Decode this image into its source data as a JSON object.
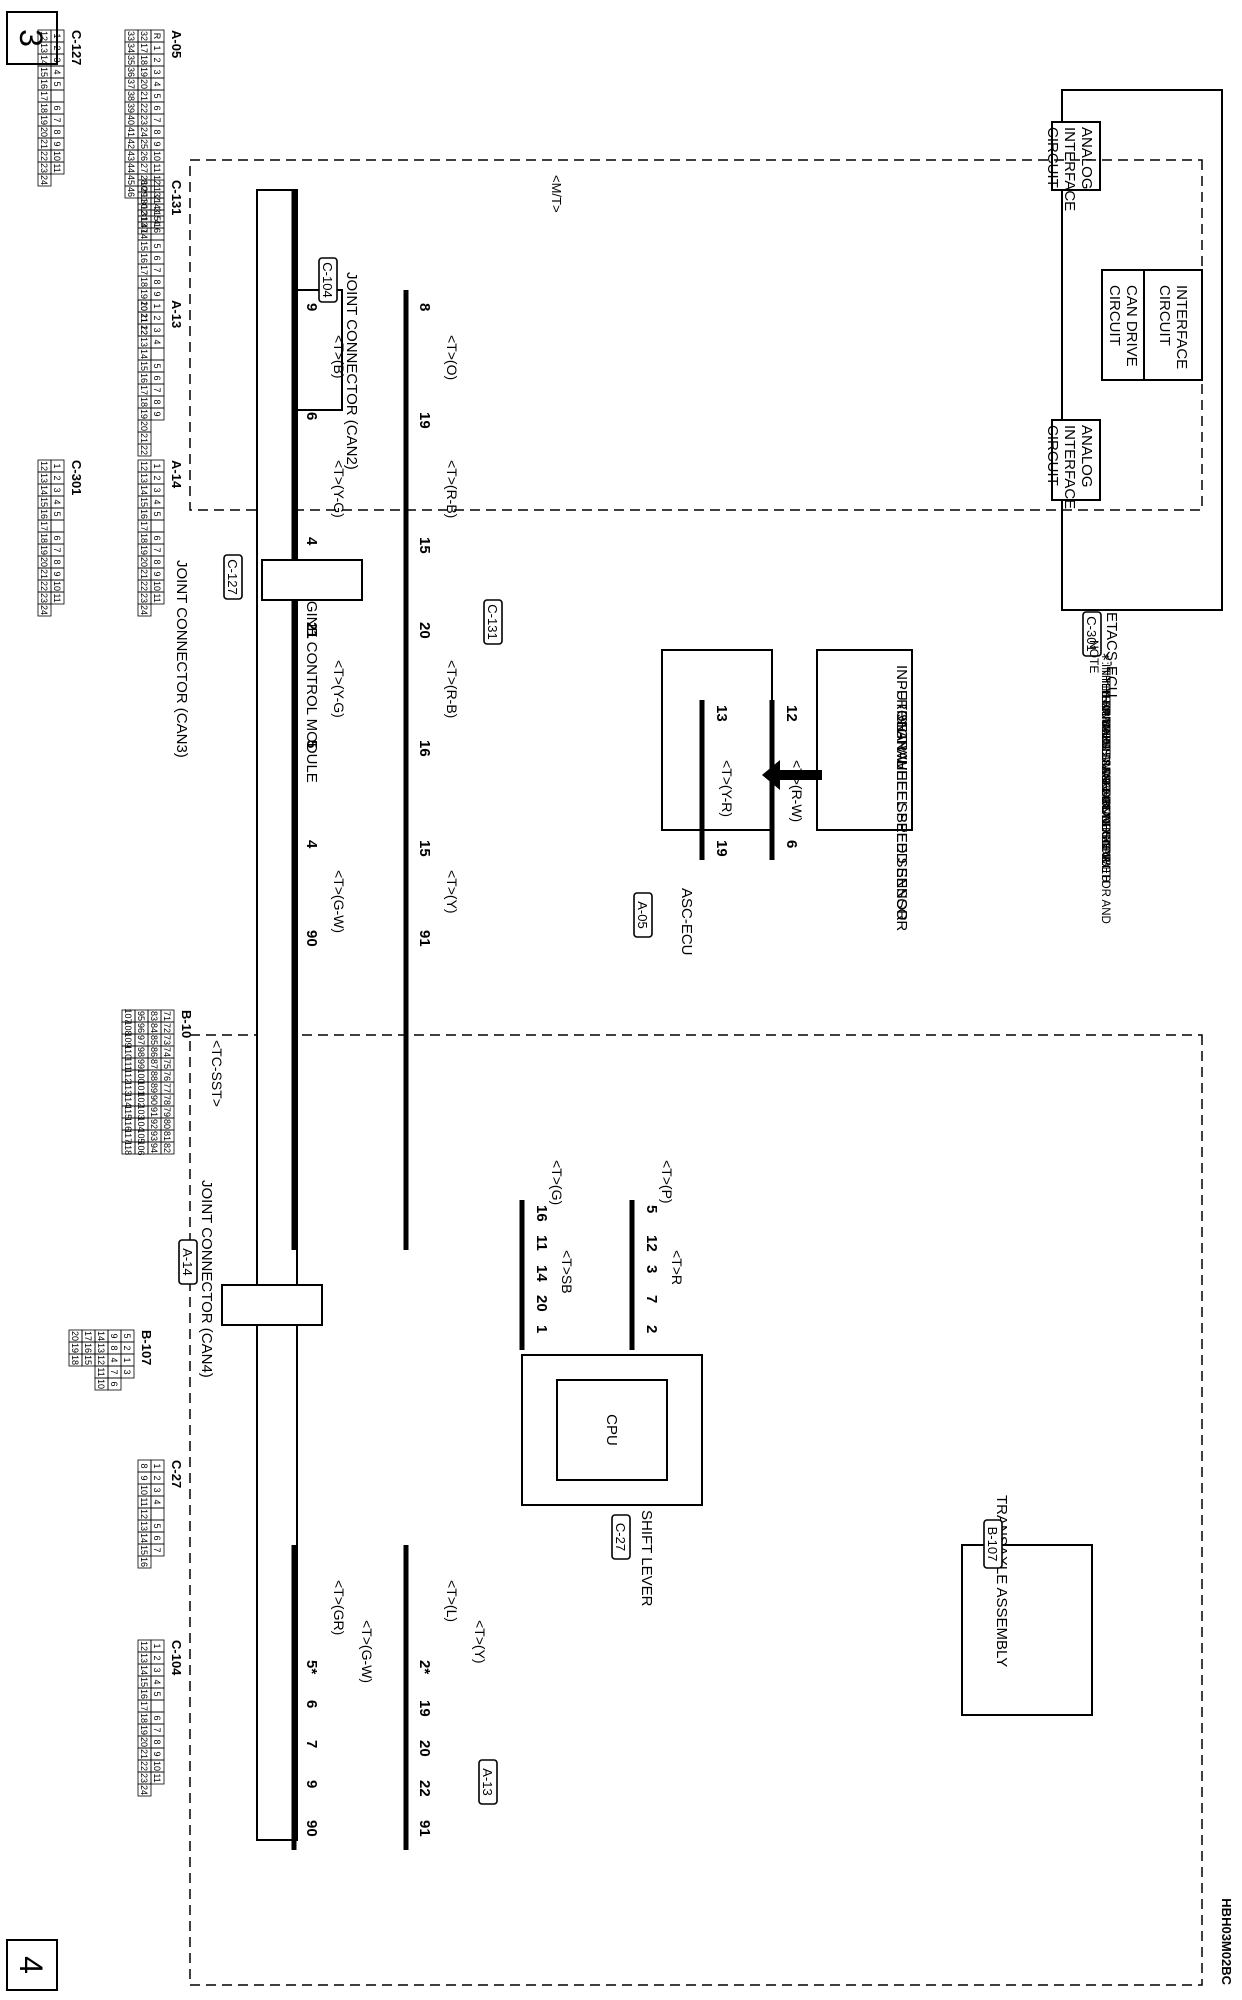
{
  "page_numbers": {
    "top": "3",
    "bottom": "4"
  },
  "figure_code": "HBH03M02BC",
  "components": {
    "etacs_ecu": {
      "name": "ETACS-ECU",
      "code": "C-301"
    },
    "can_drive": "CAN DRIVE CIRCUIT",
    "interface": "INTERFACE CIRCUIT",
    "analog": "ANALOG INTERFACE CIRCUIT",
    "input_signal": {
      "title": "INPUT SIGNAL",
      "items": [
        "·FRONT WHEEL SPEED SENSOR",
        "·REAR WHEEL SPEED SENSOR"
      ]
    },
    "asc_ecu": {
      "name": "ASC-ECU",
      "code": "A-05"
    },
    "engine_module": {
      "name": "ENGINE CONTROL MODULE",
      "code": "B-10"
    },
    "transaxle": {
      "name": "TRANSAXLE ASSEMBLY",
      "code": "B-107"
    },
    "shift_lever": {
      "name": "SHIFT LEVER",
      "code": "C-27",
      "cpu": "CPU"
    },
    "jc_can2": {
      "name": "JOINT CONNECTOR (CAN2)",
      "code": "C-104"
    },
    "jc_can3": {
      "name": "JOINT CONNECTOR (CAN3)",
      "code": "C-127"
    },
    "jc_can4": {
      "name": "JOINT CONNECTOR (CAN4)",
      "code": "A-14"
    },
    "mt": "<M/T>",
    "tc_sst": "<TC-SST>"
  },
  "note": {
    "title": "NOTE",
    "lines": [
      "∗: THE TERMINAL NUMBERS DESCRIBED",
      "IN THE CIRCUIT DIAGRAM AGREE WITH",
      "THE NUMBERS MAKED ON THE",
      "TRANSAXLE ASSEMBLY CONNECTOR AND",
      "HARNESS SIDE CONNECTOR."
    ]
  },
  "connector_codes": {
    "c131": "C-131",
    "a13": "A-13"
  },
  "pins": {
    "etacs_h": "9",
    "etacs_l": "8",
    "can2_top_h": "6",
    "can2_top_l": "19",
    "can2_bot_h": "4",
    "can2_bot_l": "15",
    "c131_h": "21",
    "c131_l": "20",
    "can3_top_h": "5",
    "can3_top_l": "16",
    "can3_bot_h": "4",
    "can3_bot_l": "15",
    "ecm1_h": "90",
    "ecm1_l": "91",
    "asc_top_h": "13",
    "asc_top_l": "12",
    "asc_bot_h": "19",
    "asc_bot_l": "6",
    "tsx_h": "5*",
    "tsx_l": "2*",
    "can4_top_6": "6",
    "can4_top_19": "19",
    "can4_mid_7": "7",
    "can4_mid_20": "20",
    "a13_h": "9",
    "a13_l": "22",
    "ecm2_h": "90",
    "ecm2_l": "91",
    "can4_b16": "16",
    "can4_b5": "5",
    "a13_11": "11",
    "a13_12": "12",
    "can4_c14": "14",
    "can4_c3": "3",
    "can4_c20": "20",
    "can4_c7": "7",
    "sl_1": "1",
    "sl_2": "2"
  },
  "wires": {
    "b": "<T>(B)",
    "o": "<T>(O)",
    "yg": "<T>(Y-G)",
    "rb": "<T>(R-B)",
    "gw": "<T>(G-W)",
    "y": "<T>(Y)",
    "yr": "<T>(Y-R)",
    "rw": "<T>(R-W)",
    "gr": "<T>(GR)",
    "l": "<T>(L)",
    "g": "<T>(G)",
    "p": "<T>(P)",
    "sb": "<T>SB",
    "r": "<T>R"
  },
  "connector_tables": [
    {
      "code": "A-05",
      "rows": [
        [
          "R",
          "1",
          "2",
          "3",
          "4",
          "5",
          "6",
          "7",
          "8",
          "9",
          "10",
          "11",
          "12",
          "13",
          "14",
          "15",
          "16"
        ],
        [
          "32",
          "17",
          "18",
          "19",
          "20",
          "21",
          "22",
          "23",
          "24",
          "25",
          "26",
          "27",
          "28",
          "29",
          "30",
          "31",
          "47"
        ],
        [
          "33",
          "34",
          "35",
          "36",
          "37",
          "38",
          "39",
          "40",
          "41",
          "42",
          "43",
          "44",
          "45",
          "46"
        ]
      ]
    },
    {
      "code": "C-127",
      "rows": [
        [
          "1",
          "2",
          "3",
          "4",
          "5",
          "",
          "6",
          "7",
          "8",
          "9",
          "10",
          "11"
        ],
        [
          "12",
          "13",
          "14",
          "15",
          "16",
          "17",
          "18",
          "19",
          "20",
          "21",
          "22",
          "23",
          "24"
        ]
      ]
    },
    {
      "code": "C-131",
      "rows": [
        [
          "1",
          "2",
          "3",
          "4",
          "",
          "5",
          "6",
          "7",
          "8",
          "9"
        ],
        [
          "10",
          "11",
          "12",
          "13",
          "14",
          "15",
          "16",
          "17",
          "18",
          "19",
          "20",
          "21",
          "22"
        ]
      ]
    },
    {
      "code": "A-13",
      "rows": [
        [
          "1",
          "2",
          "3",
          "4",
          "",
          "5",
          "6",
          "7",
          "8",
          "9"
        ],
        [
          "10",
          "11",
          "12",
          "13",
          "14",
          "15",
          "16",
          "17",
          "18",
          "19",
          "20",
          "21",
          "22"
        ]
      ]
    },
    {
      "code": "C-301",
      "rows": [
        [
          "1",
          "2",
          "3",
          "4",
          "5",
          "",
          "6",
          "7",
          "8",
          "9",
          "10",
          "11"
        ],
        [
          "12",
          "13",
          "14",
          "15",
          "16",
          "17",
          "18",
          "19",
          "20",
          "21",
          "22",
          "23",
          "24"
        ]
      ]
    },
    {
      "code": "A-14",
      "rows": [
        [
          "1",
          "2",
          "3",
          "4",
          "5",
          "",
          "6",
          "7",
          "8",
          "9",
          "10",
          "11"
        ],
        [
          "12",
          "13",
          "14",
          "15",
          "16",
          "17",
          "18",
          "19",
          "20",
          "21",
          "22",
          "23",
          "24"
        ]
      ]
    },
    {
      "code": "B-10",
      "rows": [
        [
          "71",
          "72",
          "73",
          "74",
          "75",
          "76",
          "77",
          "78",
          "79",
          "80",
          "81",
          "82"
        ],
        [
          "83",
          "84",
          "85",
          "86",
          "87",
          "88",
          "89",
          "90",
          "91",
          "92",
          "93",
          "94"
        ],
        [
          "95",
          "96",
          "97",
          "98",
          "99",
          "100",
          "101",
          "102",
          "103",
          "104",
          "105",
          "106"
        ],
        [
          "107",
          "108",
          "109",
          "110",
          "111",
          "112",
          "113",
          "114",
          "115",
          "116",
          "117",
          "118"
        ]
      ]
    },
    {
      "code": "B-107",
      "rows": [
        [
          "5",
          "2",
          "1",
          "3"
        ],
        [
          "9",
          "8",
          "4",
          "7",
          "6"
        ],
        [
          "14",
          "13",
          "12",
          "11",
          "10"
        ],
        [
          "17",
          "16",
          "15"
        ],
        [
          "20",
          "19",
          "18"
        ]
      ]
    },
    {
      "code": "C-27",
      "rows": [
        [
          "1",
          "2",
          "3",
          "4",
          "",
          "5",
          "6",
          "7"
        ],
        [
          "8",
          "9",
          "10",
          "11",
          "12",
          "13",
          "14",
          "15",
          "16"
        ]
      ]
    },
    {
      "code": "C-104",
      "rows": [
        [
          "1",
          "2",
          "3",
          "4",
          "5",
          "",
          "6",
          "7",
          "8",
          "9",
          "10",
          "11"
        ],
        [
          "12",
          "13",
          "14",
          "15",
          "16",
          "17",
          "18",
          "19",
          "20",
          "21",
          "22",
          "23",
          "24"
        ]
      ]
    }
  ]
}
